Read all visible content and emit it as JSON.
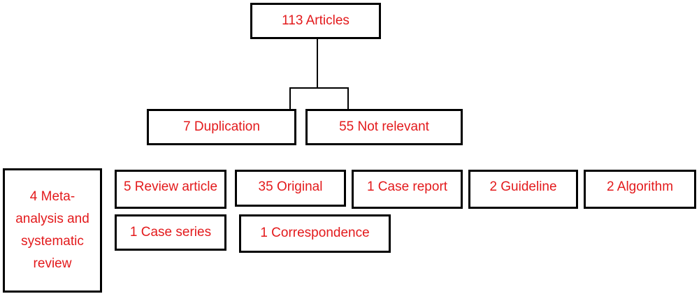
{
  "diagram": {
    "root": "113 Articles",
    "excluded": {
      "duplication": "7 Duplication",
      "not_relevant": "55 Not relevant"
    },
    "categories": {
      "meta_analysis": "4 Meta-analysis and systematic review",
      "review_article": "5 Review article",
      "original": "35 Original",
      "case_report": "1 Case report",
      "guideline": "2 Guideline",
      "algorithm": "2 Algorithm",
      "case_series": "1 Case series",
      "correspondence": "1 Correspondence"
    },
    "colors": {
      "text": "#e31a1c",
      "border": "#000000",
      "background": "#ffffff"
    }
  }
}
